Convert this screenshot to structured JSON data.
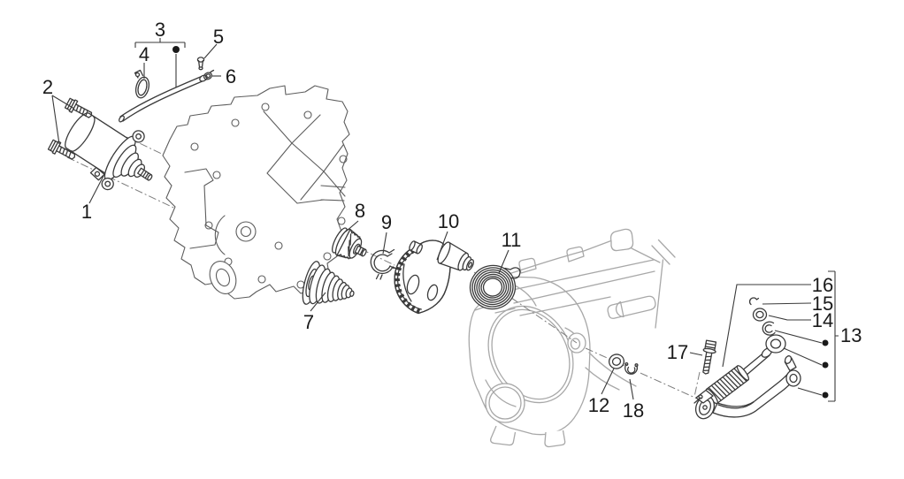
{
  "diagram": {
    "type": "exploded-parts-diagram",
    "colors": {
      "background": "#ffffff",
      "part_line": "#3a3a3a",
      "case_line": "#5d5d5d",
      "cover_line": "#a8a8a8",
      "axis_line": "#7d7d7d",
      "label_color": "#1a1a1a"
    }
  },
  "labels": [
    {
      "text": "1"
    },
    {
      "text": "2"
    },
    {
      "text": "3"
    },
    {
      "text": "4"
    },
    {
      "text": "5"
    },
    {
      "text": "6"
    },
    {
      "text": "7"
    },
    {
      "text": "8"
    },
    {
      "text": "9"
    },
    {
      "text": "10"
    },
    {
      "text": "11"
    },
    {
      "text": "12"
    },
    {
      "text": "13"
    },
    {
      "text": "14"
    },
    {
      "text": "15"
    },
    {
      "text": "16"
    },
    {
      "text": "17"
    },
    {
      "text": "18"
    }
  ],
  "callouts": {
    "bracket_3": {
      "label": "3",
      "spans_labels": [
        "4"
      ],
      "bullet_markers": 1
    },
    "bracket_13": {
      "label": "13",
      "stacked_labels": [
        "16",
        "15",
        "14"
      ],
      "bullet_markers": 3
    }
  }
}
